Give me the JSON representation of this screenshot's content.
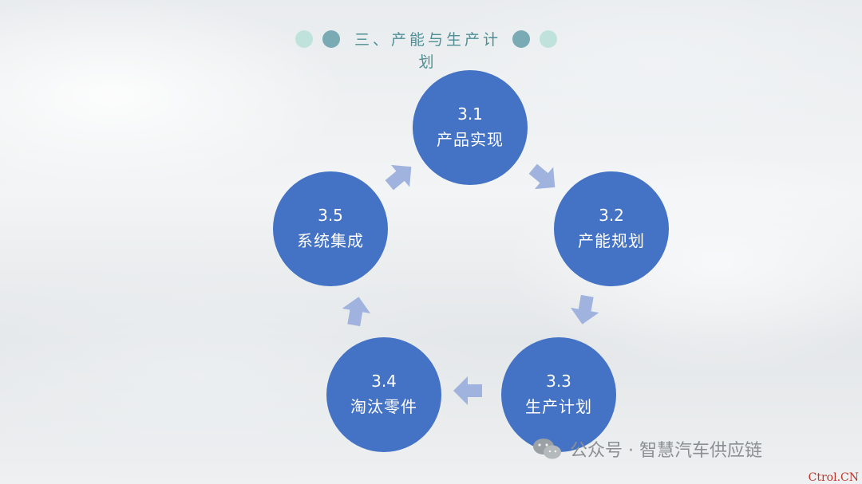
{
  "title": "三、产能与生产计划",
  "colors": {
    "node": "#4472c4",
    "arrow": "#9fb3de",
    "dot_light": "#bfe3dc",
    "dot_dark": "#7aaab3"
  },
  "nodes": [
    {
      "num": "3.1",
      "label": "产品实现"
    },
    {
      "num": "3.2",
      "label": "产能规划"
    },
    {
      "num": "3.3",
      "label": "生产计划"
    },
    {
      "num": "3.4",
      "label": "淘汰零件"
    },
    {
      "num": "3.5",
      "label": "系统集成"
    }
  ],
  "watermark": {
    "text": "公众号 · 智慧汽车供应链",
    "icon": "wechat-icon"
  },
  "corner_mark": "Ctrol.CN"
}
